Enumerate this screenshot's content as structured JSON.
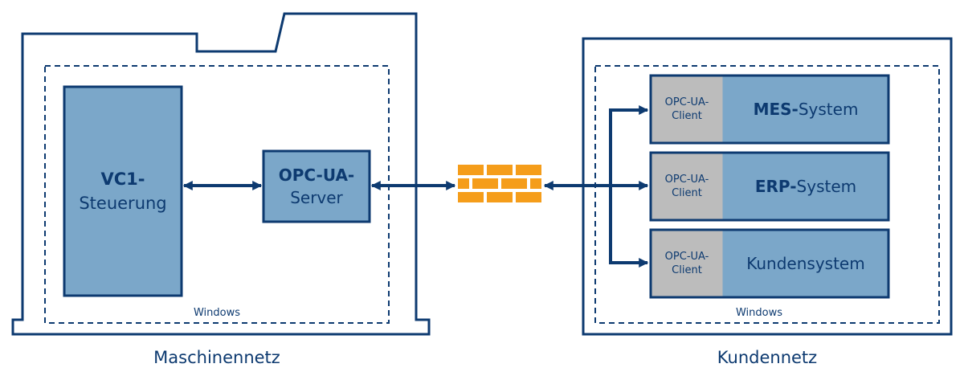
{
  "colors": {
    "navy": "#0d3a70",
    "box_fill": "#7ba7c9",
    "client_fill": "#bcbcbc",
    "firewall": "#f59d1a"
  },
  "machine": {
    "controller_line1": "VC1-",
    "controller_line2": "Steuerung",
    "server_line1": "OPC-UA-",
    "server_line2": "Server",
    "os_label": "Windows",
    "caption": "Maschinennetz"
  },
  "firewall_icon": "brick-wall-icon",
  "customer": {
    "os_label": "Windows",
    "caption": "Kundennetz",
    "systems": [
      {
        "client_line1": "OPC-UA-",
        "client_line2": "Client",
        "name_bold": "MES-",
        "name_rest": "System"
      },
      {
        "client_line1": "OPC-UA-",
        "client_line2": "Client",
        "name_bold": "ERP-",
        "name_rest": "System"
      },
      {
        "client_line1": "OPC-UA-",
        "client_line2": "Client",
        "name_bold": "",
        "name_rest": "Kundensystem"
      }
    ]
  }
}
